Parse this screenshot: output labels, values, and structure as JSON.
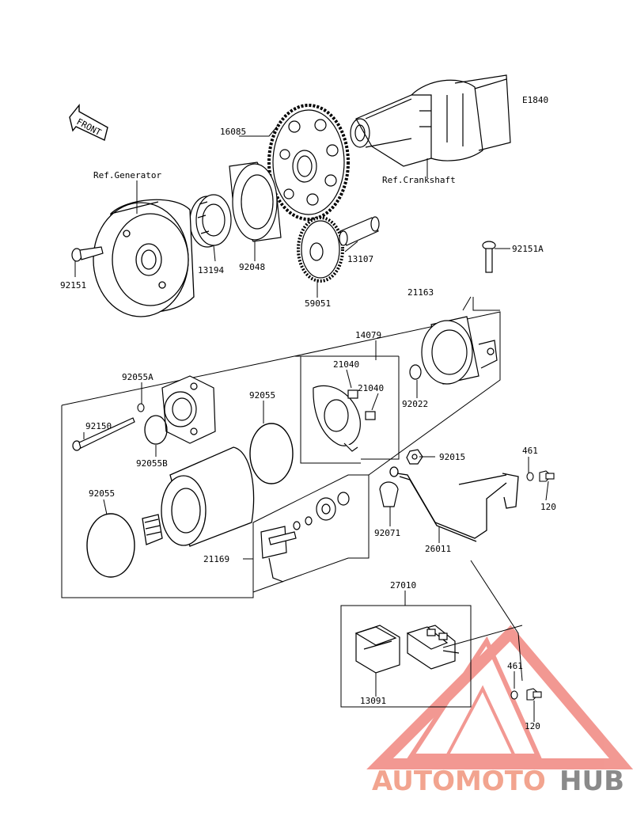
{
  "diagram": {
    "code": "E1840",
    "front_label": "FRONT",
    "refs": {
      "generator": "Ref.Generator",
      "crankshaft": "Ref.Crankshaft"
    },
    "parts": {
      "p16085": "16085",
      "p92151": "92151",
      "p13194": "13194",
      "p92048": "92048",
      "p13107": "13107",
      "p59051": "59051",
      "p92151A": "92151A",
      "p21163": "21163",
      "p14079": "14079",
      "p21040a": "21040",
      "p21040b": "21040",
      "p92022": "92022",
      "p92055A": "92055A",
      "p92150": "92150",
      "p92055a": "92055",
      "p92055B": "92055B",
      "p92055b": "92055",
      "p92015": "92015",
      "p461a": "461",
      "p120a": "120",
      "p92071": "92071",
      "p26011": "26011",
      "p21169": "21169",
      "p27010": "27010",
      "p13091": "13091",
      "p461b": "461",
      "p120b": "120"
    }
  },
  "watermark": {
    "part1": "AUTOMOTO",
    "part2": "HUB",
    "color_primary": "#f2a48f",
    "color_secondary": "#8a8a8a"
  }
}
